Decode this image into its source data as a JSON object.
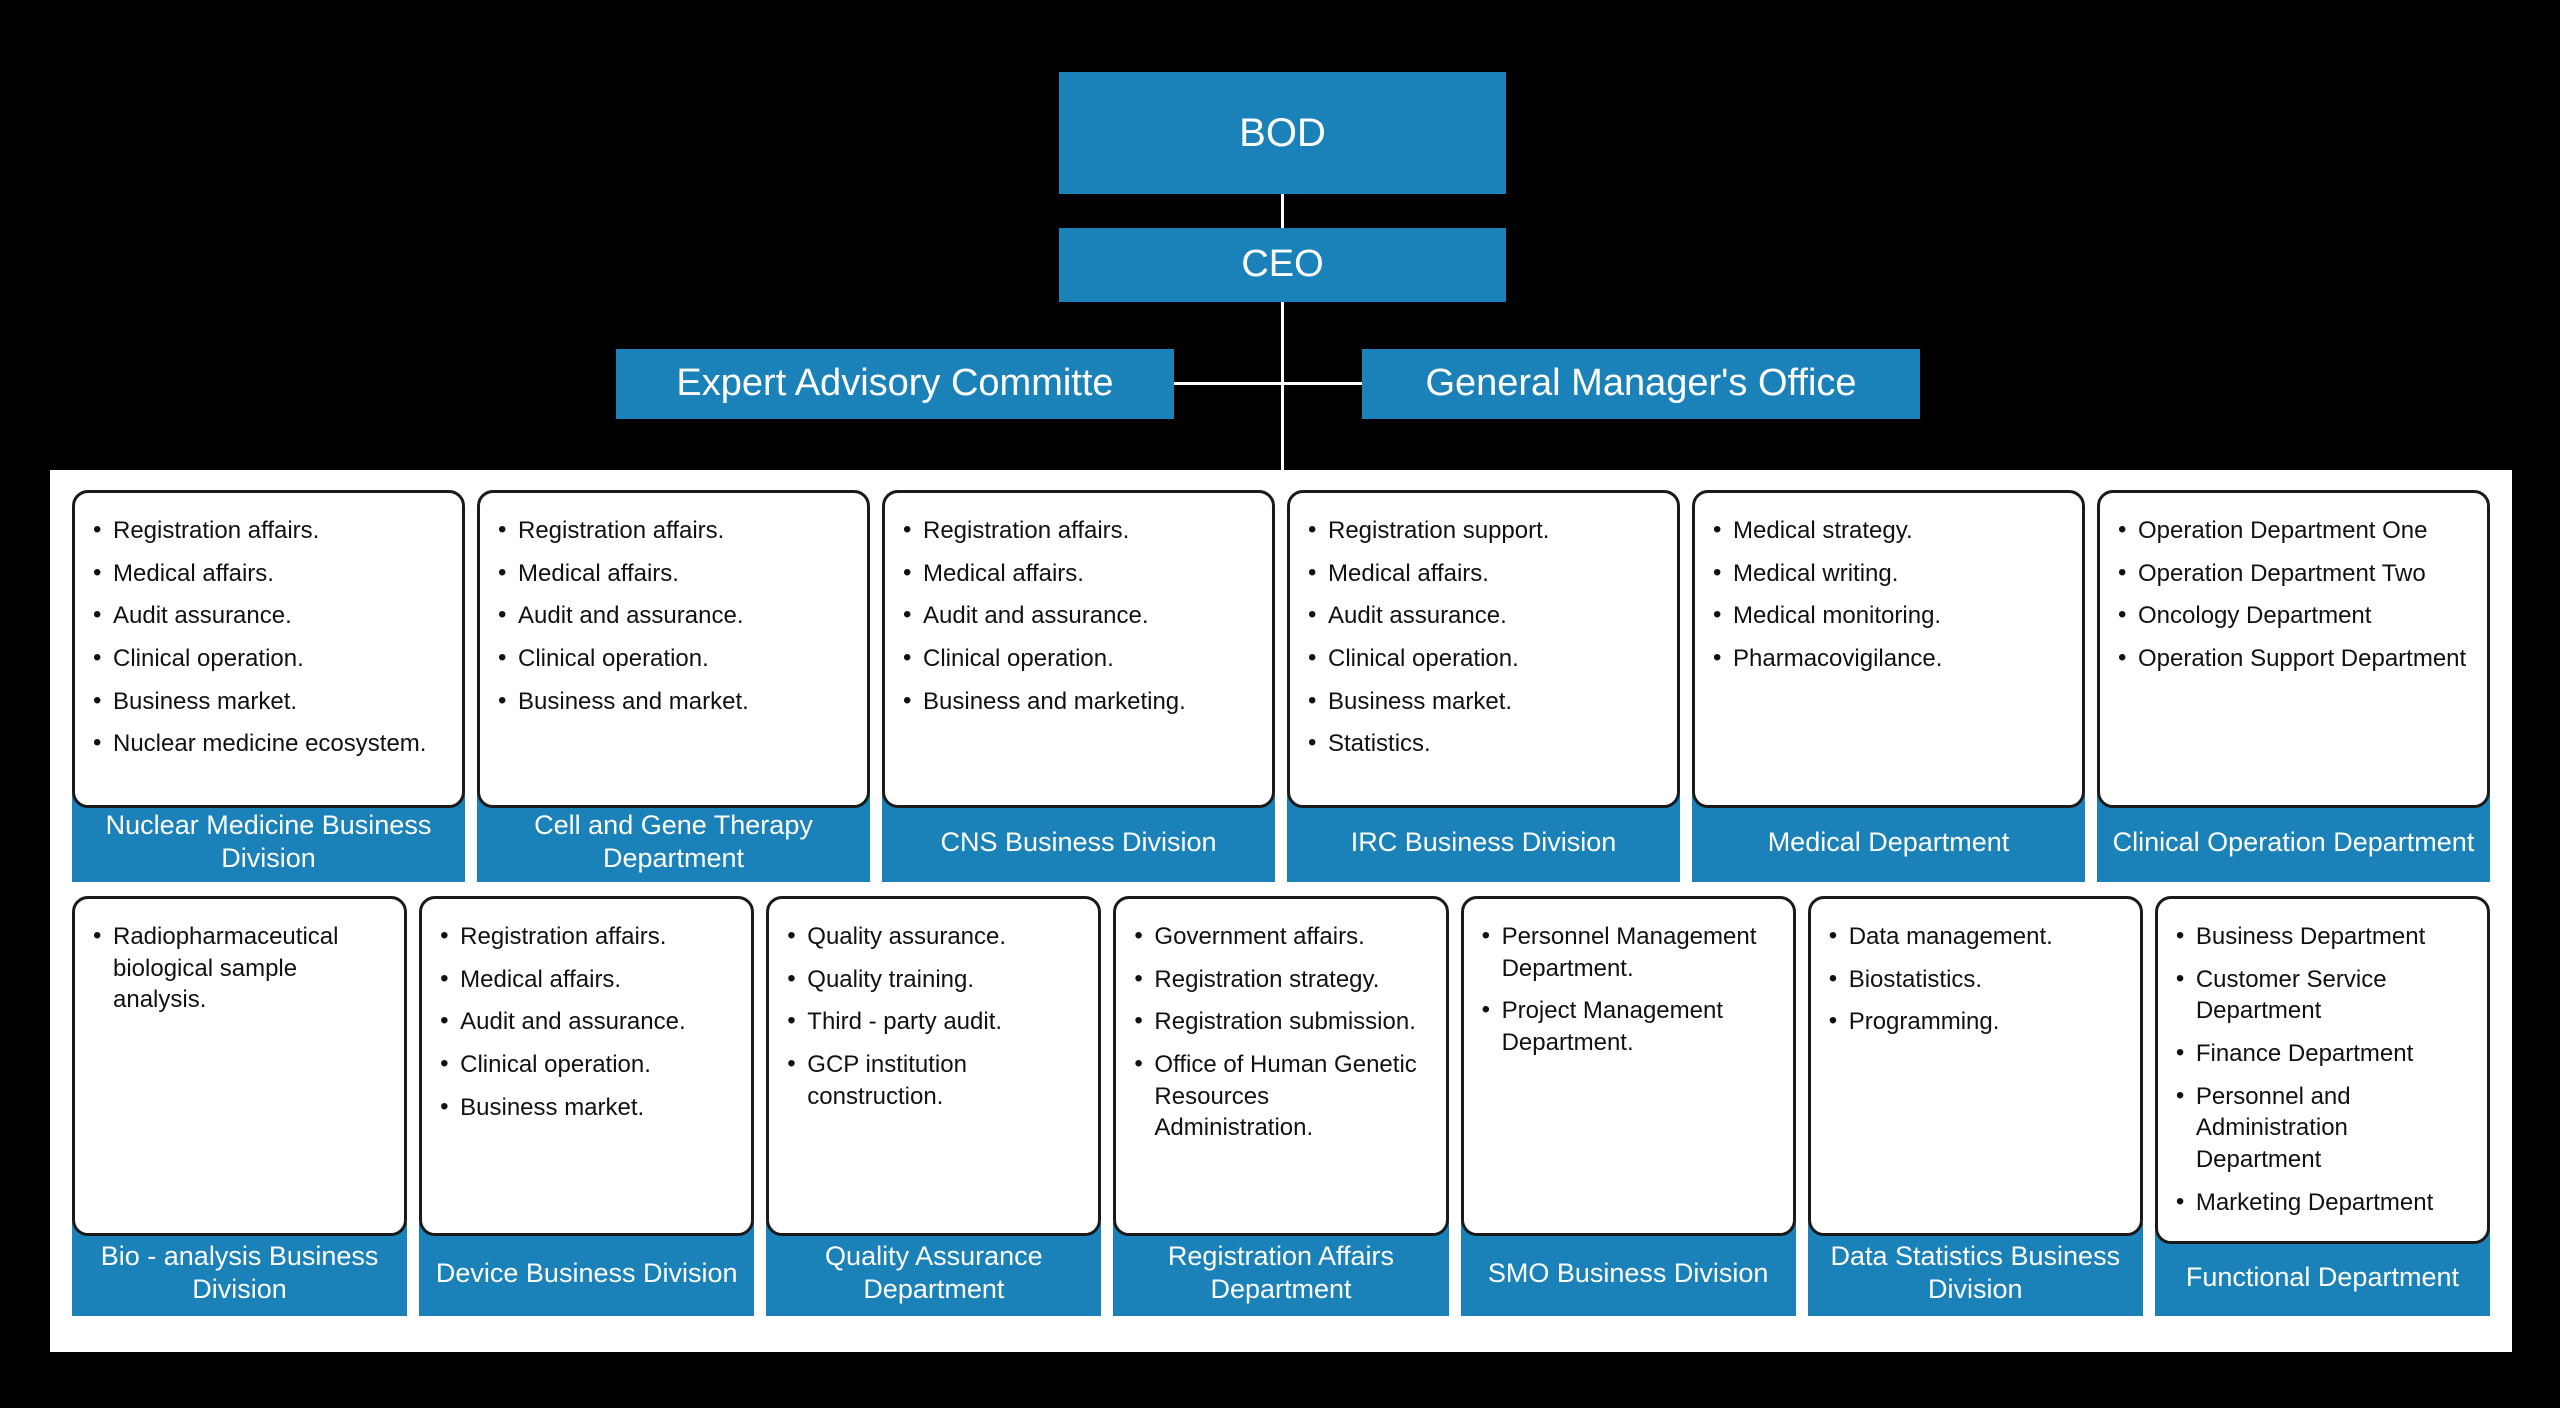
{
  "hierarchy": {
    "bod": "BOD",
    "ceo": "CEO",
    "expert_advisory_committee": "Expert Advisory Committe",
    "general_managers_office": "General Manager's Office"
  },
  "colors": {
    "accent_blue": "#1a82b8",
    "panel_background": "#ffffff",
    "page_background": "#000000",
    "card_border": "#1a1a1a",
    "title_text": "#ffffff",
    "body_text": "#111111"
  },
  "rows": [
    {
      "cards": [
        {
          "title": "Nuclear Medicine Business Division",
          "items": [
            "Registration affairs.",
            "Medical affairs.",
            "Audit assurance.",
            "Clinical operation.",
            "Business market.",
            "Nuclear medicine ecosystem."
          ]
        },
        {
          "title": "Cell and Gene Therapy Department",
          "items": [
            "Registration affairs.",
            "Medical affairs.",
            "Audit and assurance.",
            "Clinical operation.",
            "Business and market."
          ]
        },
        {
          "title": "CNS Business Division",
          "items": [
            "Registration affairs.",
            "Medical affairs.",
            "Audit and assurance.",
            "Clinical operation.",
            "Business and marketing."
          ]
        },
        {
          "title": "IRC Business Division",
          "items": [
            "Registration support.",
            "Medical affairs.",
            "Audit assurance.",
            "Clinical operation.",
            "Business market.",
            "Statistics."
          ]
        },
        {
          "title": "Medical Department",
          "items": [
            "Medical strategy.",
            "Medical writing.",
            "Medical monitoring.",
            "Pharmacovigilance."
          ]
        },
        {
          "title": "Clinical Operation Department",
          "items": [
            "Operation Department One",
            "Operation Department Two",
            "Oncology Department",
            "Operation Support Department"
          ]
        }
      ]
    },
    {
      "cards": [
        {
          "title": "Bio - analysis Business Division",
          "items": [
            "Radiopharmaceutical biological sample analysis."
          ]
        },
        {
          "title": "Device Business Division",
          "items": [
            "Registration affairs.",
            "Medical affairs.",
            "Audit and assurance.",
            "Clinical operation.",
            "Business market."
          ]
        },
        {
          "title": "Quality Assurance Department",
          "items": [
            "Quality assurance.",
            "Quality training.",
            "Third - party audit.",
            "GCP institution construction."
          ]
        },
        {
          "title": "Registration Affairs Department",
          "items": [
            "Government affairs.",
            "Registration strategy.",
            "Registration submission.",
            "Office of Human Genetic Resources Administration."
          ]
        },
        {
          "title": "SMO Business Division",
          "items": [
            "Personnel Management Department.",
            "Project Management Department."
          ]
        },
        {
          "title": "Data Statistics Business Division",
          "items": [
            "Data management.",
            "Biostatistics.",
            "Programming."
          ]
        },
        {
          "title": "Functional Department",
          "items": [
            "Business Department",
            "Customer Service Department",
            "Finance Department",
            "Personnel and Administration Department",
            "Marketing Department"
          ]
        }
      ]
    }
  ]
}
